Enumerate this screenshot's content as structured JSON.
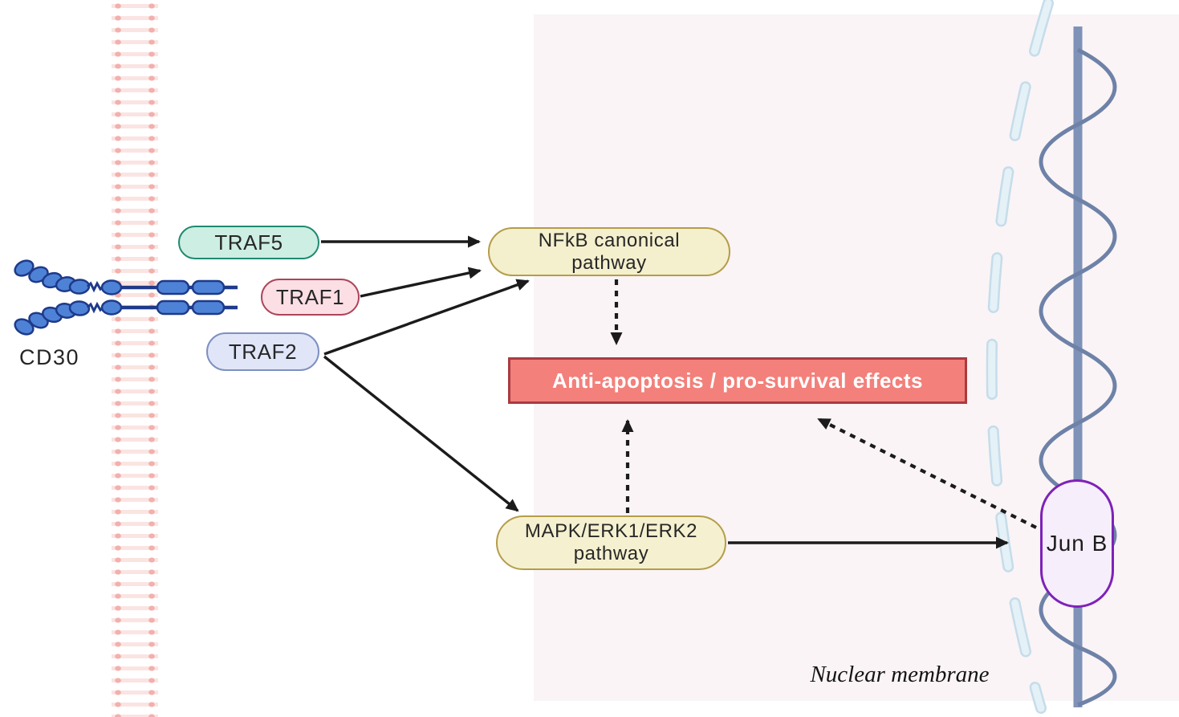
{
  "figure": {
    "type": "signaling-pathway-diagram",
    "description_visible_text_only": true
  },
  "labels": {
    "cd30": "CD30",
    "traf5": "TRAF5",
    "traf1": "TRAF1",
    "traf2": "TRAF2",
    "nfkb_line1": "NFkB canonical",
    "nfkb_line2": "pathway",
    "mapk_line1": "MAPK/ERK1/ERK2",
    "mapk_line2": "pathway",
    "effects": "Anti-apoptosis / pro-survival effects",
    "junb": "Jun B",
    "nuclear_membrane": "Nuclear membrane"
  },
  "colors": {
    "traf5_fill": "#cdeee2",
    "traf5_border": "#1f8a71",
    "traf1_fill": "#fbdfe5",
    "traf1_border": "#ad4459",
    "traf2_fill": "#e0e6f8",
    "traf2_border": "#7e90c0",
    "nfkb_fill": "#f4efcd",
    "nfkb_border": "#b49d4a",
    "mapk_fill": "#f5f1d0",
    "mapk_border": "#b49d4a",
    "effects_fill": "#f3807b",
    "effects_border": "#a93b41",
    "junb_fill": "#f7eefb",
    "junb_border": "#7e22b8",
    "nucleus_panel": "#faf4f6",
    "membrane_dot": "#f2b0ac",
    "nuclear_membrane_dash": "#d4e7f1",
    "dna_strand": "#7f92b8",
    "receptor_fill": "#4e82d6",
    "receptor_outline": "#1e3a8a",
    "arrow": "#1b1b1b"
  },
  "edges": [
    {
      "from": "TRAF5",
      "to": "NFkB canonical pathway",
      "style": "solid-arrow"
    },
    {
      "from": "TRAF1",
      "to": "NFkB canonical pathway",
      "style": "solid-arrow"
    },
    {
      "from": "TRAF2",
      "to": "NFkB canonical pathway",
      "style": "solid-arrow"
    },
    {
      "from": "TRAF2",
      "to": "MAPK/ERK1/ERK2 pathway",
      "style": "solid-arrow"
    },
    {
      "from": "NFkB canonical pathway",
      "to": "Anti-apoptosis / pro-survival effects",
      "style": "dashed-arrow"
    },
    {
      "from": "MAPK/ERK1/ERK2 pathway",
      "to": "Anti-apoptosis / pro-survival effects",
      "style": "dashed-arrow"
    },
    {
      "from": "MAPK/ERK1/ERK2 pathway",
      "to": "Jun B",
      "style": "solid-arrow"
    },
    {
      "from": "Jun B",
      "to": "Anti-apoptosis / pro-survival effects",
      "style": "dashed-arrow"
    }
  ]
}
